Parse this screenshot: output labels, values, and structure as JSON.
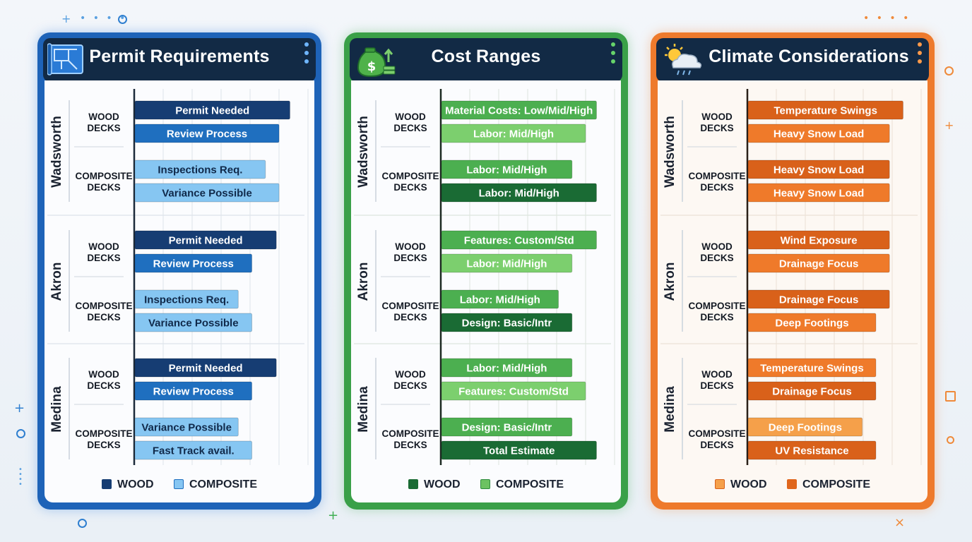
{
  "colors": {
    "background": "#eef2f7",
    "blue_dark": "#163d73",
    "blue_mid": "#1f6fbf",
    "blue_light": "#86c6f2",
    "green_dark": "#1a6b34",
    "green_mid": "#4caf50",
    "green_light": "#7ccf6e",
    "orange_dark": "#d9611a",
    "orange_mid": "#ef7a2a",
    "orange_light": "#f5a04a"
  },
  "chart_data": [
    {
      "type": "bar",
      "title": "Permit Requirements",
      "icon": "blueprint-icon",
      "groups": [
        "Wadsworth",
        "Akron",
        "Medina"
      ],
      "subgroups": [
        "WOOD\nDECKS",
        "COMPOSITE\nDECKS"
      ],
      "x_range": [
        0,
        10
      ],
      "grid": true,
      "legend": {
        "placement": "bottom",
        "entries": [
          "WOOD",
          "COMPOSITE"
        ]
      },
      "bars": [
        {
          "group": "Wadsworth",
          "subgroup": "WOOD DECKS",
          "label": "Permit Needed",
          "value": 5.7,
          "shade": "dark"
        },
        {
          "group": "Wadsworth",
          "subgroup": "WOOD DECKS",
          "label": "Review Process",
          "value": 5.3,
          "shade": "mid"
        },
        {
          "group": "Wadsworth",
          "subgroup": "COMPOSITE DECKS",
          "label": "Inspections Req.",
          "value": 4.8,
          "shade": "light"
        },
        {
          "group": "Wadsworth",
          "subgroup": "COMPOSITE DECKS",
          "label": "Variance Possible",
          "value": 5.3,
          "shade": "light"
        },
        {
          "group": "Akron",
          "subgroup": "WOOD DECKS",
          "label": "Permit Needed",
          "value": 5.2,
          "shade": "dark"
        },
        {
          "group": "Akron",
          "subgroup": "WOOD DECKS",
          "label": "Review Process",
          "value": 4.3,
          "shade": "mid"
        },
        {
          "group": "Akron",
          "subgroup": "COMPOSITE DECKS",
          "label": "Inspections Req.",
          "value": 3.8,
          "shade": "light"
        },
        {
          "group": "Akron",
          "subgroup": "COMPOSITE DECKS",
          "label": "Variance Possible",
          "value": 4.3,
          "shade": "light"
        },
        {
          "group": "Medina",
          "subgroup": "WOOD DECKS",
          "label": "Permit Needed",
          "value": 5.2,
          "shade": "dark"
        },
        {
          "group": "Medina",
          "subgroup": "WOOD DECKS",
          "label": "Review Process",
          "value": 4.3,
          "shade": "mid"
        },
        {
          "group": "Medina",
          "subgroup": "COMPOSITE DECKS",
          "label": "Variance Possible",
          "value": 3.8,
          "shade": "light"
        },
        {
          "group": "Medina",
          "subgroup": "COMPOSITE DECKS",
          "label": "Fast Track avail.",
          "value": 4.3,
          "shade": "light"
        }
      ]
    },
    {
      "type": "bar",
      "title": "Cost Ranges",
      "icon": "money-bag-icon",
      "groups": [
        "Wadsworth",
        "Akron",
        "Medina"
      ],
      "subgroups": [
        "WOOD\nDECKS",
        "COMPOSITE\nDECKS"
      ],
      "x_range": [
        0,
        10
      ],
      "grid": true,
      "legend": {
        "placement": "bottom",
        "entries": [
          "WOOD",
          "COMPOSITE"
        ]
      },
      "bars": [
        {
          "group": "Wadsworth",
          "subgroup": "WOOD DECKS",
          "label": "Material Costs: Low/Mid/High",
          "value": 5.7,
          "shade": "mid"
        },
        {
          "group": "Wadsworth",
          "subgroup": "WOOD DECKS",
          "label": "Labor: Mid/High",
          "value": 5.3,
          "shade": "light"
        },
        {
          "group": "Wadsworth",
          "subgroup": "COMPOSITE DECKS",
          "label": "Labor: Mid/High",
          "value": 4.8,
          "shade": "mid"
        },
        {
          "group": "Wadsworth",
          "subgroup": "COMPOSITE DECKS",
          "label": "Labor: Mid/High",
          "value": 5.7,
          "shade": "dark"
        },
        {
          "group": "Akron",
          "subgroup": "WOOD DECKS",
          "label": "Features: Custom/Std",
          "value": 5.7,
          "shade": "mid"
        },
        {
          "group": "Akron",
          "subgroup": "WOOD DECKS",
          "label": "Labor: Mid/High",
          "value": 4.8,
          "shade": "light"
        },
        {
          "group": "Akron",
          "subgroup": "COMPOSITE DECKS",
          "label": "Labor: Mid/High",
          "value": 4.3,
          "shade": "mid"
        },
        {
          "group": "Akron",
          "subgroup": "COMPOSITE DECKS",
          "label": "Design: Basic/Intr",
          "value": 4.8,
          "shade": "dark"
        },
        {
          "group": "Medina",
          "subgroup": "WOOD DECKS",
          "label": "Labor: Mid/High",
          "value": 4.8,
          "shade": "mid"
        },
        {
          "group": "Medina",
          "subgroup": "WOOD DECKS",
          "label": "Features: Custom/Std",
          "value": 5.3,
          "shade": "light"
        },
        {
          "group": "Medina",
          "subgroup": "COMPOSITE DECKS",
          "label": "Design: Basic/Intr",
          "value": 4.8,
          "shade": "mid"
        },
        {
          "group": "Medina",
          "subgroup": "COMPOSITE DECKS",
          "label": "Total Estimate",
          "value": 5.7,
          "shade": "dark"
        }
      ]
    },
    {
      "type": "bar",
      "title": "Climate Considerations",
      "icon": "weather-icon",
      "groups": [
        "Wadsworth",
        "Akron",
        "Medina"
      ],
      "subgroups": [
        "WOOD\nDECKS",
        "COMPOSITE\nDECKS"
      ],
      "x_range": [
        0,
        10
      ],
      "grid": true,
      "legend": {
        "placement": "bottom",
        "entries": [
          "WOOD",
          "COMPOSITE"
        ]
      },
      "bars": [
        {
          "group": "Wadsworth",
          "subgroup": "WOOD DECKS",
          "label": "Temperature Swings",
          "value": 5.7,
          "shade": "dark"
        },
        {
          "group": "Wadsworth",
          "subgroup": "WOOD DECKS",
          "label": "Heavy Snow Load",
          "value": 5.2,
          "shade": "mid"
        },
        {
          "group": "Wadsworth",
          "subgroup": "COMPOSITE DECKS",
          "label": "Heavy Snow Load",
          "value": 5.2,
          "shade": "dark"
        },
        {
          "group": "Wadsworth",
          "subgroup": "COMPOSITE DECKS",
          "label": "Heavy Snow Load",
          "value": 5.2,
          "shade": "mid"
        },
        {
          "group": "Akron",
          "subgroup": "WOOD DECKS",
          "label": "Wind Exposure",
          "value": 5.2,
          "shade": "dark"
        },
        {
          "group": "Akron",
          "subgroup": "WOOD DECKS",
          "label": "Drainage Focus",
          "value": 5.2,
          "shade": "mid"
        },
        {
          "group": "Akron",
          "subgroup": "COMPOSITE DECKS",
          "label": "Drainage Focus",
          "value": 5.2,
          "shade": "dark"
        },
        {
          "group": "Akron",
          "subgroup": "COMPOSITE DECKS",
          "label": "Deep Footings",
          "value": 4.7,
          "shade": "mid"
        },
        {
          "group": "Medina",
          "subgroup": "WOOD DECKS",
          "label": "Temperature Swings",
          "value": 4.7,
          "shade": "mid"
        },
        {
          "group": "Medina",
          "subgroup": "WOOD DECKS",
          "label": "Drainage Focus",
          "value": 4.7,
          "shade": "dark"
        },
        {
          "group": "Medina",
          "subgroup": "COMPOSITE DECKS",
          "label": "Deep Footings",
          "value": 4.2,
          "shade": "light"
        },
        {
          "group": "Medina",
          "subgroup": "COMPOSITE DECKS",
          "label": "UV Resistance",
          "value": 4.7,
          "shade": "dark"
        }
      ]
    }
  ]
}
